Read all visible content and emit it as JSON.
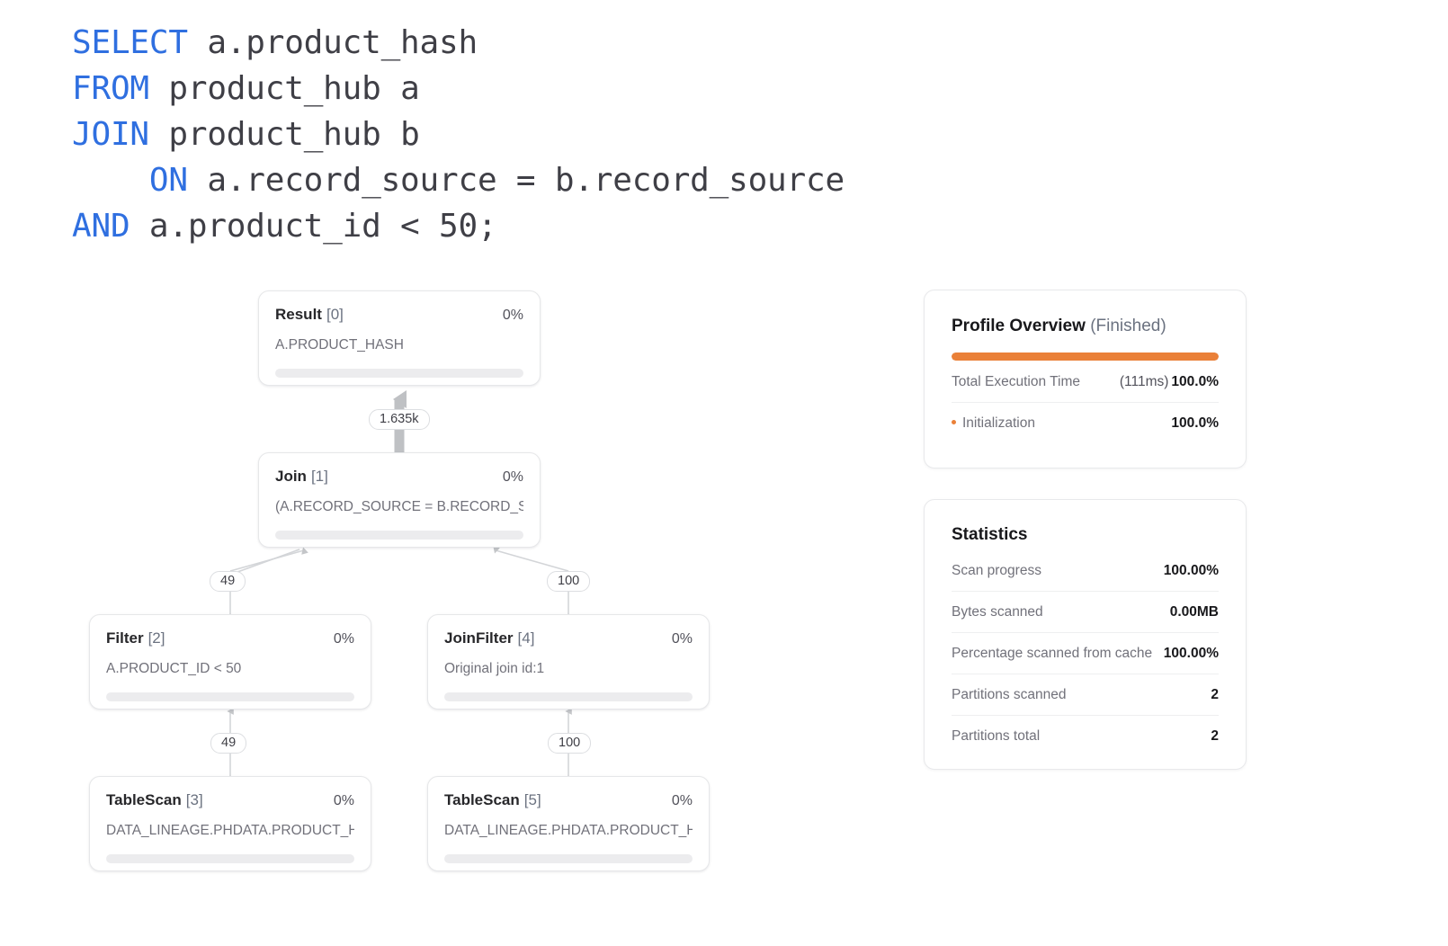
{
  "sql": {
    "lines": [
      [
        {
          "t": "SELECT",
          "kw": true
        },
        {
          "t": " a.product_hash",
          "kw": false
        }
      ],
      [
        {
          "t": "FROM",
          "kw": true
        },
        {
          "t": " product_hub a",
          "kw": false
        }
      ],
      [
        {
          "t": "JOIN",
          "kw": true
        },
        {
          "t": " product_hub b",
          "kw": false
        }
      ],
      [
        {
          "t": "    ON",
          "kw": true
        },
        {
          "t": " a.record_source = b.record_source",
          "kw": false
        }
      ],
      [
        {
          "t": "AND",
          "kw": true
        },
        {
          "t": " a.product_id < 50;",
          "kw": false
        }
      ]
    ],
    "plain": "SELECT a.product_hash\nFROM product_hub a\nJOIN product_hub b\n    ON a.record_source = b.record_source\nAND a.product_id < 50;"
  },
  "plan": {
    "nodes": [
      {
        "id": "result",
        "title": "Result",
        "index": "[0]",
        "percent": "0%",
        "detail": "A.PRODUCT_HASH"
      },
      {
        "id": "join",
        "title": "Join",
        "index": "[1]",
        "percent": "0%",
        "detail": "(A.RECORD_SOURCE = B.RECORD_SOU..."
      },
      {
        "id": "filter",
        "title": "Filter",
        "index": "[2]",
        "percent": "0%",
        "detail": "A.PRODUCT_ID < 50"
      },
      {
        "id": "joinfilter",
        "title": "JoinFilter",
        "index": "[4]",
        "percent": "0%",
        "detail": "Original join id:1"
      },
      {
        "id": "ts3",
        "title": "TableScan",
        "index": "[3]",
        "percent": "0%",
        "detail": "DATA_LINEAGE.PHDATA.PRODUCT_HUB"
      },
      {
        "id": "ts5",
        "title": "TableScan",
        "index": "[5]",
        "percent": "0%",
        "detail": "DATA_LINEAGE.PHDATA.PRODUCT_HUB"
      }
    ],
    "edges": [
      {
        "from": "join",
        "to": "result",
        "label": "1.635k"
      },
      {
        "from": "filter",
        "to": "join",
        "label": "49"
      },
      {
        "from": "joinfilter",
        "to": "join",
        "label": "100"
      },
      {
        "from": "ts3",
        "to": "filter",
        "label": "49"
      },
      {
        "from": "ts5",
        "to": "joinfilter",
        "label": "100"
      }
    ]
  },
  "profile": {
    "title": "Profile Overview",
    "status": "(Finished)",
    "bar_percent": 100,
    "accent_color": "#ea8038",
    "rows": [
      {
        "key": "Total Execution Time",
        "paren": "(111ms)",
        "value": "100.0%",
        "bullet": false
      },
      {
        "key": "Initialization",
        "paren": "",
        "value": "100.0%",
        "bullet": true
      }
    ]
  },
  "statistics": {
    "title": "Statistics",
    "rows": [
      {
        "key": "Scan progress",
        "value": "100.00%"
      },
      {
        "key": "Bytes scanned",
        "value": "0.00MB"
      },
      {
        "key": "Percentage scanned from cache",
        "value": "100.00%"
      },
      {
        "key": "Partitions scanned",
        "value": "2"
      },
      {
        "key": "Partitions total",
        "value": "2"
      }
    ]
  }
}
